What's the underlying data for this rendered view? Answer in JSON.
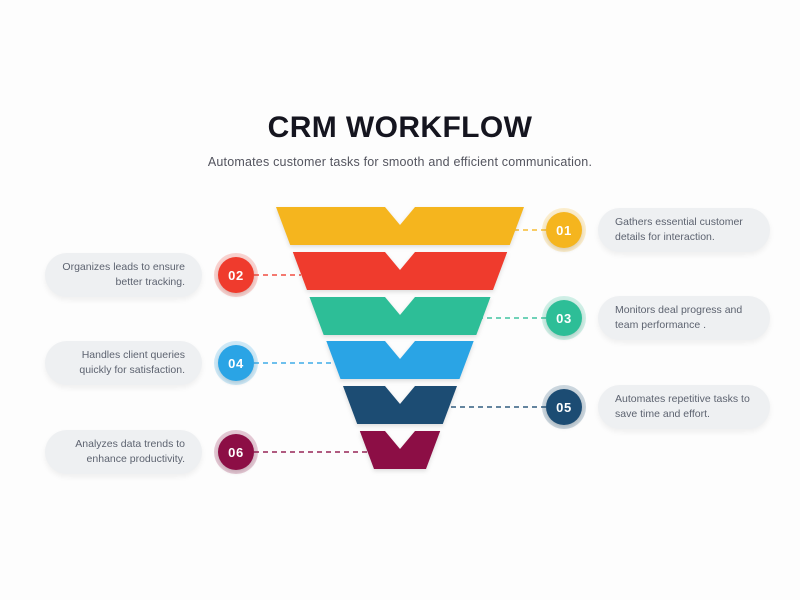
{
  "page": {
    "background": "#fdfdfd"
  },
  "header": {
    "title": "CRM WORKFLOW",
    "subtitle": "Automates customer tasks for smooth and efficient communication."
  },
  "colors": {
    "title_text": "#15151f",
    "subtitle_text": "#53545e",
    "pill_bg": "#eef0f2",
    "pill_text": "#5d6370"
  },
  "steps": [
    {
      "num": "01",
      "side": "right",
      "color": "#F5B51E",
      "label": "Gathers essential customer details for interaction."
    },
    {
      "num": "02",
      "side": "left",
      "color": "#EF3B2D",
      "label": "Organizes leads to ensure better tracking."
    },
    {
      "num": "03",
      "side": "right",
      "color": "#2DBE97",
      "label": "Monitors deal progress and team performance ."
    },
    {
      "num": "04",
      "side": "left",
      "color": "#2AA4E5",
      "label": "Handles client queries quickly for satisfaction."
    },
    {
      "num": "05",
      "side": "right",
      "color": "#1C4C73",
      "label": "Automates repetitive tasks to save time and effort."
    },
    {
      "num": "06",
      "side": "left",
      "color": "#8C0E45",
      "label": "Analyzes data trends to enhance productivity."
    }
  ]
}
